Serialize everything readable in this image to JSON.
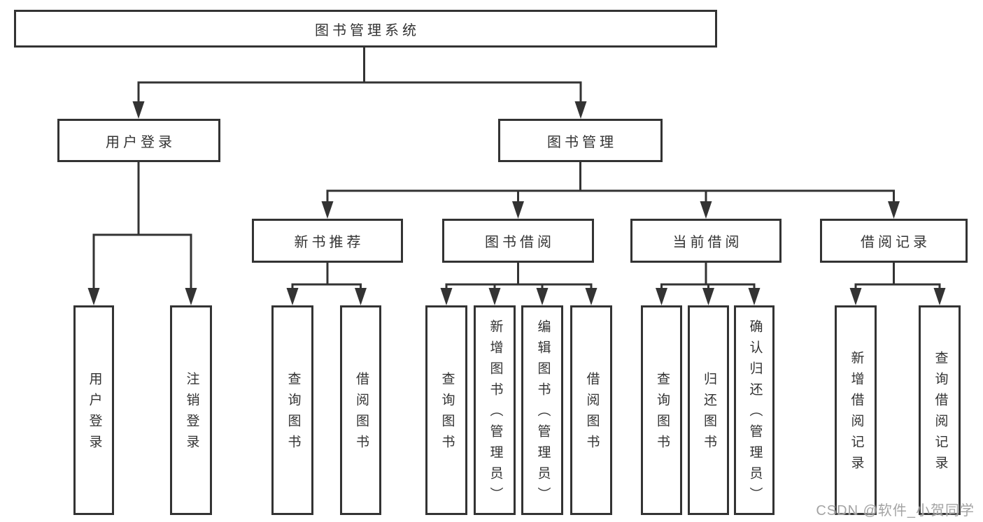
{
  "tree": {
    "root": {
      "label": "图书管理系统"
    },
    "branches": [
      {
        "label": "用户登录",
        "leaves": [
          "用户登录",
          "注销登录"
        ]
      },
      {
        "label": "图书管理",
        "sections": [
          {
            "label": "新书推荐",
            "leaves": [
              "查询图书",
              "借阅图书"
            ]
          },
          {
            "label": "图书借阅",
            "leaves": [
              "查询图书",
              "新增图书（管理员）",
              "编辑图书（管理员）",
              "借阅图书"
            ]
          },
          {
            "label": "当前借阅",
            "leaves": [
              "查询图书",
              "归还图书",
              "确认归还（管理员）"
            ]
          },
          {
            "label": "借阅记录",
            "leaves": [
              "新增借阅记录",
              "查询借阅记录"
            ]
          }
        ]
      }
    ]
  },
  "watermark": {
    "text": "CSDN @软件_小贺同学"
  },
  "colors": {
    "line": "#333333",
    "text": "#333333",
    "background": "#ffffff",
    "watermark": "#9e9e9e"
  }
}
